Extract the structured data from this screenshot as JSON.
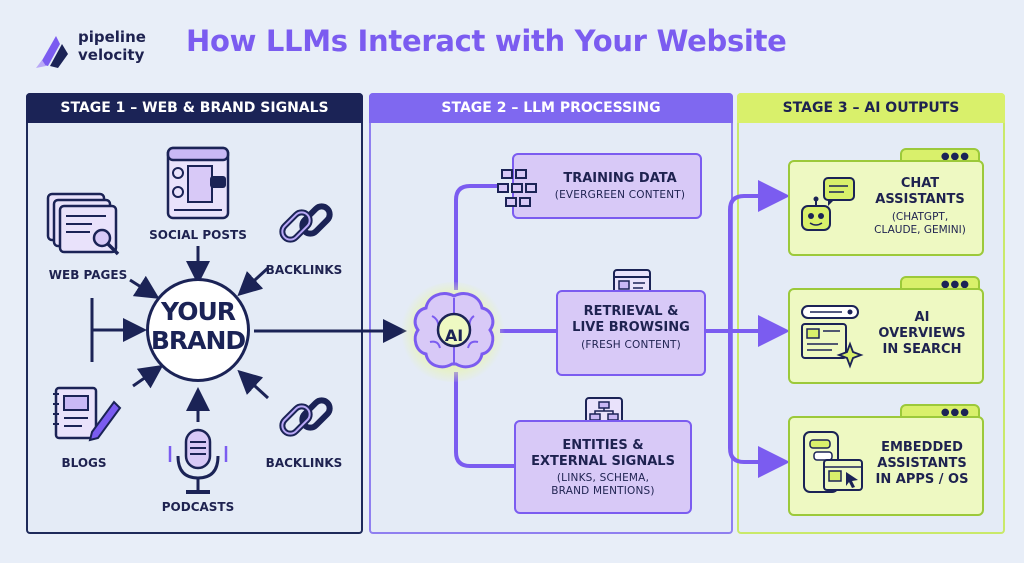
{
  "logo": {
    "line1": "pipeline",
    "line2": "velocity"
  },
  "title": "How LLMs Interact with Your Website",
  "stage1": {
    "header": "STAGE 1 – WEB & BRAND SIGNALS",
    "center_line1": "YOUR",
    "center_line2": "BRAND",
    "sources": {
      "web_pages": "WEB PAGES",
      "social_posts": "SOCIAL POSTS",
      "backlinks_top": "BACKLINKS",
      "blogs": "BLOGS",
      "podcasts": "PODCASTS",
      "backlinks_bottom": "BACKLINKS"
    }
  },
  "stage2": {
    "header": "STAGE 2 – LLM PROCESSING",
    "ai_label": "AI",
    "training": {
      "title": "TRAINING DATA",
      "sub": "(EVERGREEN CONTENT)"
    },
    "retrieval": {
      "line1": "RETRIEVAL &",
      "line2": "LIVE BROWSING",
      "sub": "(FRESH CONTENT)"
    },
    "entities": {
      "line1": "ENTITIES &",
      "line2": "EXTERNAL SIGNALS",
      "sub1": "(LINKS, SCHEMA,",
      "sub2": "BRAND MENTIONS)"
    }
  },
  "stage3": {
    "header": "STAGE 3 – AI OUTPUTS",
    "chat": {
      "line1": "CHAT",
      "line2": "ASSISTANTS",
      "sub1": "(CHATGPT,",
      "sub2": "CLAUDE, GEMINI)"
    },
    "overviews": {
      "line1": "AI",
      "line2": "OVERVIEWS",
      "line3": "IN SEARCH"
    },
    "embedded": {
      "line1": "EMBEDDED",
      "line2": "ASSISTANTS",
      "line3": "IN APPS / OS"
    }
  },
  "colors": {
    "navy": "#1b2356",
    "purple": "#7b5cf0",
    "lavender": "#d8c9f7",
    "lime": "#d9f06b",
    "background": "#e8eef8"
  }
}
